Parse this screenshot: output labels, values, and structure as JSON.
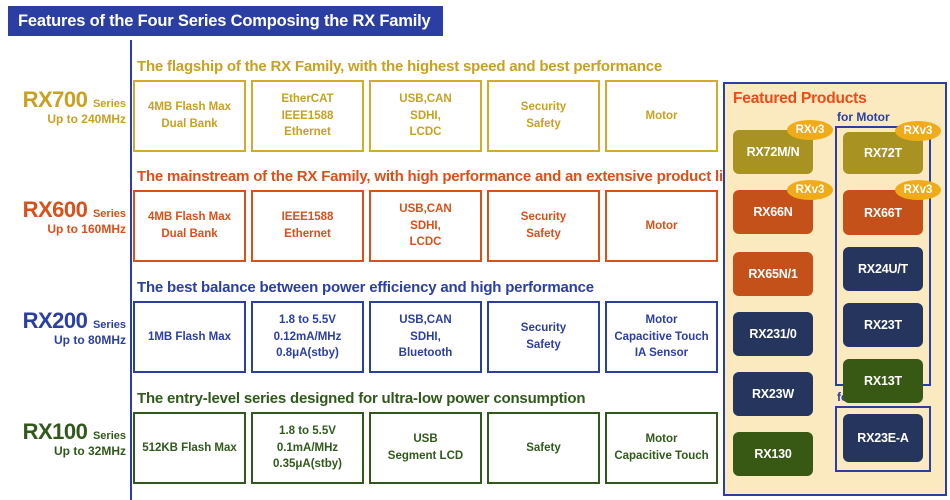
{
  "header": {
    "title": "Features of the Four Series Composing the RX Family"
  },
  "series": [
    {
      "caption": "The flagship of the RX Family, with the highest speed and best performance",
      "name": "RX700",
      "series_word": "Series",
      "speed": "Up to 240MHz",
      "theme": "gold",
      "cells": [
        [
          "4MB Flash Max",
          "Dual Bank"
        ],
        [
          "EtherCAT",
          "IEEE1588",
          "Ethernet"
        ],
        [
          "USB,CAN",
          "SDHI,",
          "LCDC"
        ],
        [
          "Security",
          "Safety"
        ],
        [
          "Motor"
        ]
      ]
    },
    {
      "caption": "The mainstream of the RX Family, with high performance and an extensive product lineup",
      "name": "RX600",
      "series_word": "Series",
      "speed": "Up to 160MHz",
      "theme": "orange",
      "cells": [
        [
          "4MB Flash Max",
          "Dual Bank"
        ],
        [
          "IEEE1588",
          "Ethernet"
        ],
        [
          "USB,CAN",
          "SDHI,",
          "LCDC"
        ],
        [
          "Security",
          "Safety"
        ],
        [
          "Motor"
        ]
      ]
    },
    {
      "caption": "The best balance between power efficiency and high performance",
      "name": "RX200",
      "series_word": "Series",
      "speed": "Up to 80MHz",
      "theme": "blue",
      "cells": [
        [
          "1MB Flash Max"
        ],
        [
          "1.8 to 5.5V",
          "0.12mA/MHz",
          "0.8μA(stby)"
        ],
        [
          "USB,CAN",
          "SDHI,",
          "Bluetooth"
        ],
        [
          "Security",
          "Safety"
        ],
        [
          "Motor",
          "Capacitive Touch",
          "IA Sensor"
        ]
      ]
    },
    {
      "caption": "The entry-level series designed for ultra-low power consumption",
      "name": "RX100",
      "series_word": "Series",
      "speed": "Up to 32MHz",
      "theme": "green",
      "cells": [
        [
          "512KB Flash Max"
        ],
        [
          "1.8 to 5.5V",
          "0.1mA/MHz",
          "0.35μA(stby)"
        ],
        [
          "USB",
          "Segment LCD"
        ],
        [
          "Safety"
        ],
        [
          "Motor",
          "Capacitive Touch"
        ]
      ]
    }
  ],
  "featured": {
    "title": "Featured Products",
    "group_motor_label": "for Motor",
    "group_sensor_label": "for Sensor",
    "badge_label": "RXv3",
    "left_column": [
      {
        "label": "RX72M/N",
        "color": "olive",
        "badge": true
      },
      {
        "label": "RX66N",
        "color": "rust",
        "badge": true
      },
      {
        "label": "RX65N/1",
        "color": "rust",
        "badge": false
      },
      {
        "label": "RX231/0",
        "color": "navy",
        "badge": false
      },
      {
        "label": "RX23W",
        "color": "navy",
        "badge": false
      },
      {
        "label": "RX130",
        "color": "green",
        "badge": false
      }
    ],
    "motor_column": [
      {
        "label": "RX72T",
        "color": "olive",
        "badge": true
      },
      {
        "label": "RX66T",
        "color": "rust",
        "badge": true
      },
      {
        "label": "RX24U/T",
        "color": "navy",
        "badge": false
      },
      {
        "label": "RX23T",
        "color": "navy",
        "badge": false
      },
      {
        "label": "RX13T",
        "color": "green",
        "badge": false
      }
    ],
    "sensor_column": [
      {
        "label": "RX23E-A",
        "color": "navy",
        "badge": false
      }
    ]
  },
  "colors": {
    "header_bg": "#2b3fa3",
    "gold": "#c8a022",
    "orange": "#d9501a",
    "blue": "#2b3fa3",
    "green": "#31591b",
    "featured_bg": "#fbe9bf",
    "featured_title": "#f04a16",
    "badge_bg": "#efab18"
  }
}
